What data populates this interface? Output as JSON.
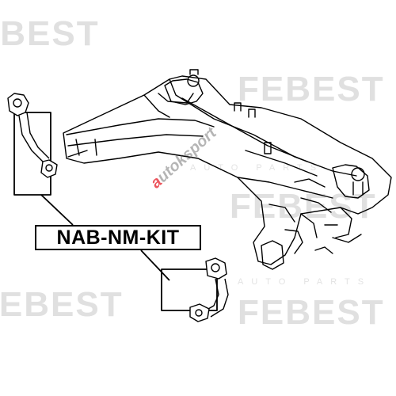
{
  "part_number": "NAB-NM-KIT",
  "brand_watermark": "FEBEST",
  "brand_sub": "AUTO PARTS",
  "seller_watermark": {
    "accent": "a",
    "rest": "utoksport"
  },
  "colors": {
    "line": "#000000",
    "watermark": "#e0e0e0",
    "accent": "#e61e28"
  },
  "icons": [
    "subframe-drawing",
    "bushing-bracket-drawing"
  ]
}
